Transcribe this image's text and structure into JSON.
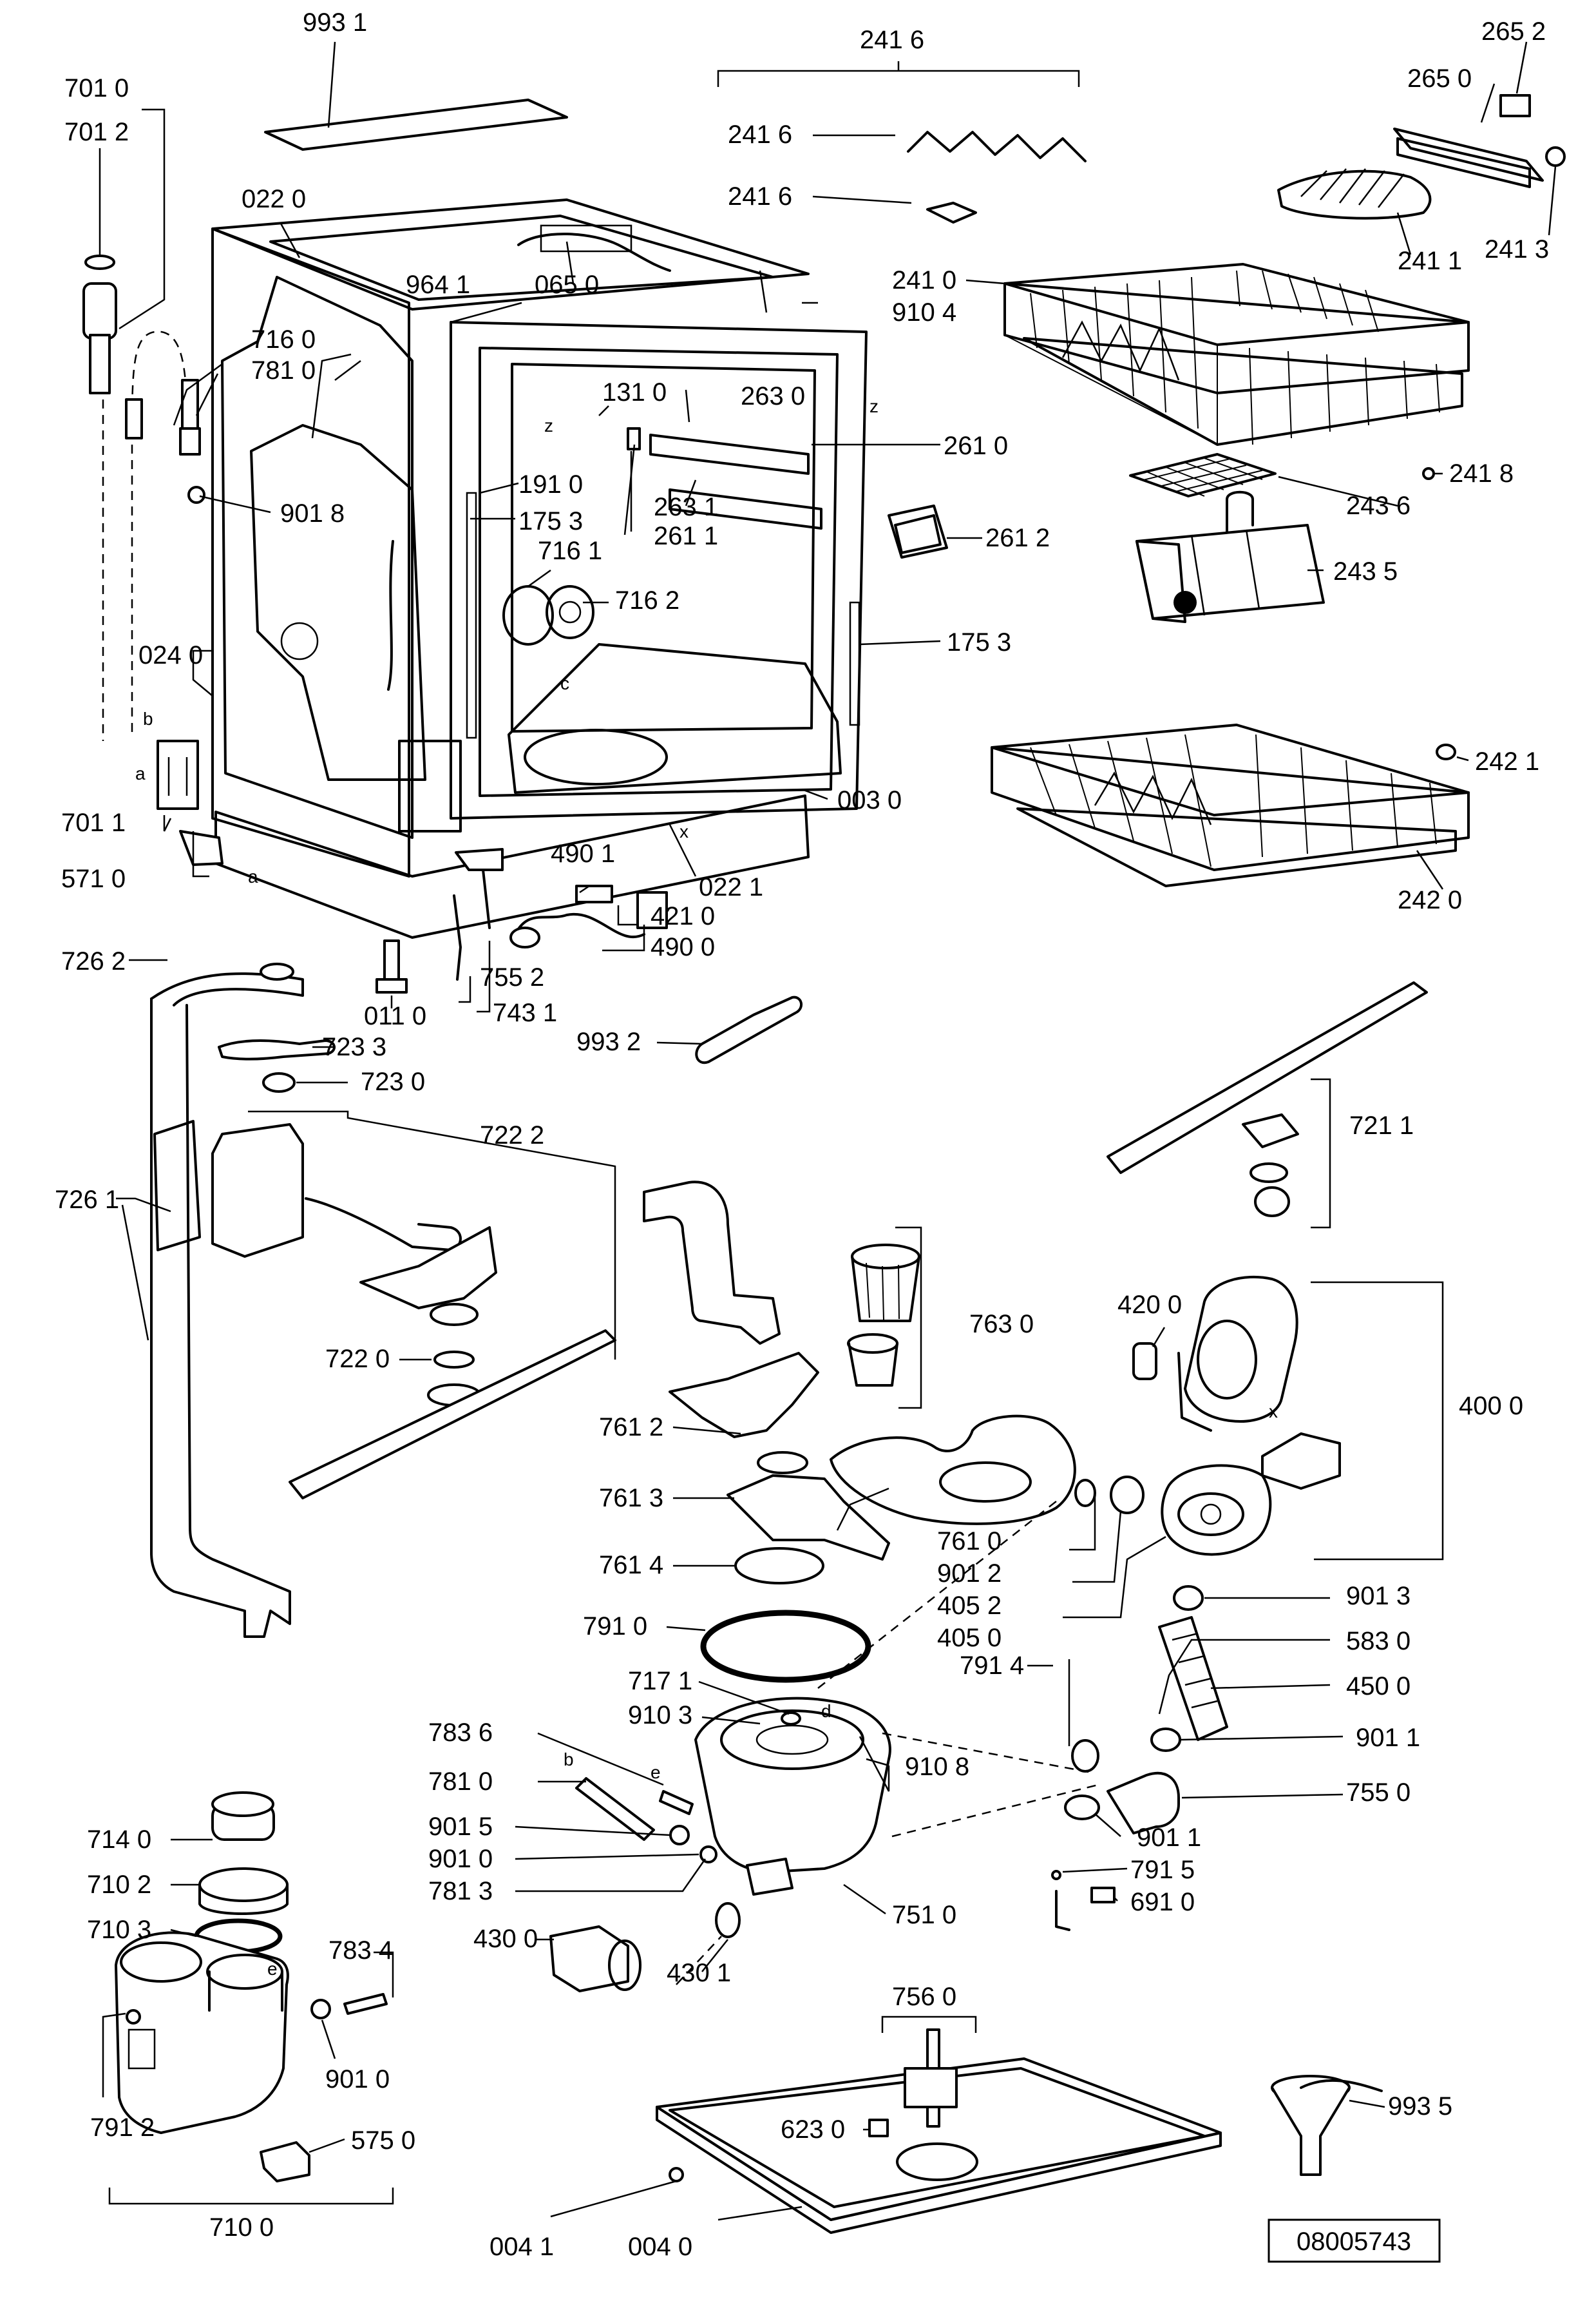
{
  "drawing_code": "08005743",
  "letters": {
    "a1": "a",
    "b1": "b",
    "a2": "a",
    "b2": "b",
    "c": "c",
    "d": "d",
    "e1": "e",
    "e2": "e",
    "x1": "x",
    "x2": "x",
    "z1": "z",
    "z2": "z"
  },
  "labels": {
    "p9931": "993 1",
    "p7010": "701 0",
    "p7012": "701 2",
    "p0220": "022 0",
    "p9641": "964 1",
    "p0650": "065 0",
    "p7160": "716 0",
    "p7810a": "781 0",
    "p9018": "901 8",
    "p1910": "191 0",
    "p1753a": "175 3",
    "p7161": "716 1",
    "p7162": "716 2",
    "p0240": "024 0",
    "p7011": "701 1",
    "p5710": "571 0",
    "p1310": "131 0",
    "p2630": "263 0",
    "p2610": "261 0",
    "p2631": "263 1",
    "p2611": "261 1",
    "p2612": "261 2",
    "p1753b": "175 3",
    "p0030": "003 0",
    "p0221": "022 1",
    "p4901": "490 1",
    "p4210": "421 0",
    "p4900": "490 0",
    "p7552": "755 2",
    "p7431": "743 1",
    "p0110": "011 0",
    "p9932": "993 2",
    "p9104": "910 4",
    "p2416a": "241 6",
    "p2416b": "241 6",
    "p2416c": "241 6",
    "p2652": "265 2",
    "p2650": "265 0",
    "p2411": "241 1",
    "p2413": "241 3",
    "p2410": "241 0",
    "p2418": "241 8",
    "p2436": "243 6",
    "p2435": "243 5",
    "p2421": "242 1",
    "p2420": "242 0",
    "p7262": "726 2",
    "p7233": "723 3",
    "p7230": "723 0",
    "p7222": "722 2",
    "p7261": "726 1",
    "p7220": "722 0",
    "p7211": "721 1",
    "p7630": "763 0",
    "p7612": "761 2",
    "p7613": "761 3",
    "p7614": "761 4",
    "p7610": "761 0",
    "p9012": "901 2",
    "p4052": "405 2",
    "p4050": "405 0",
    "p4200": "420 0",
    "p4000": "400 0",
    "p9013": "901 3",
    "p5830": "583 0",
    "p4500": "450 0",
    "p9011a": "901 1",
    "p9011b": "901 1",
    "p7550": "755 0",
    "p7914": "791 4",
    "p7915": "791 5",
    "p6910": "691 0",
    "p7910": "791 0",
    "p7171": "717 1",
    "p9103": "910 3",
    "p7836": "783 6",
    "p7810b": "781 0",
    "p9015": "901 5",
    "p9010a": "901 0",
    "p7813": "781 3",
    "p9108": "910 8",
    "p7510": "751 0",
    "p4300": "430 0",
    "p4301": "430 1",
    "p7140": "714 0",
    "p7102": "710 2",
    "p7103": "710 3",
    "p7834": "783 4",
    "p9010b": "901 0",
    "p7912": "791 2",
    "p5750": "575 0",
    "p7100": "710 0",
    "p7560": "756 0",
    "p6230": "623 0",
    "p9935": "993 5",
    "p0041": "004 1",
    "p0040": "004 0"
  }
}
